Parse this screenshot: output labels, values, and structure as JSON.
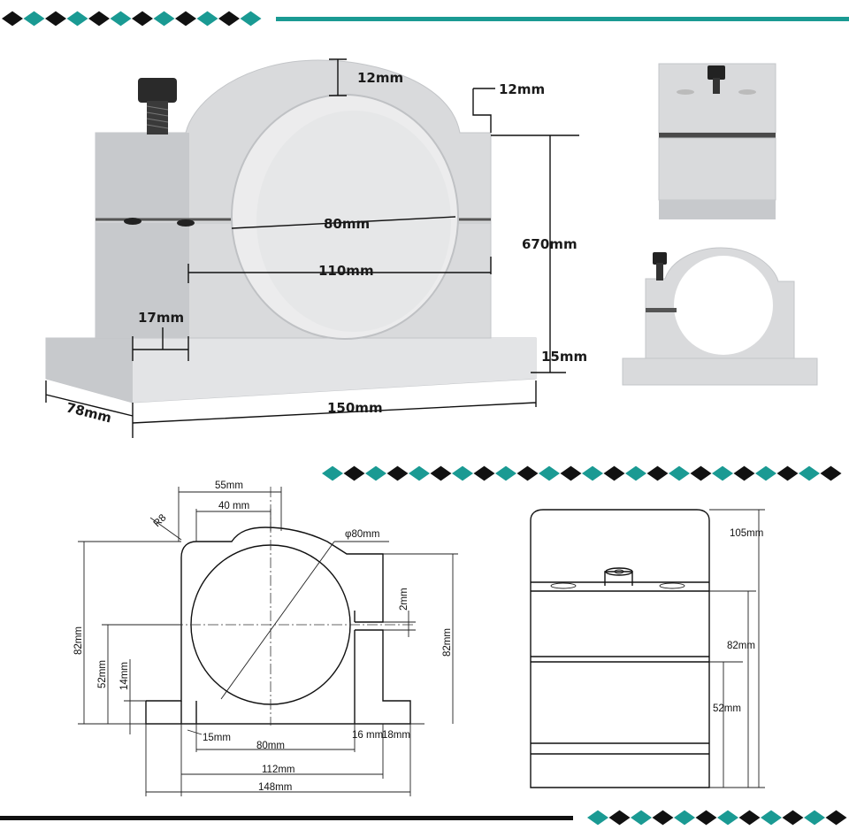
{
  "theme": {
    "accent_teal": "#1a9a93",
    "accent_dark": "#111111",
    "metal": "#d9dadc"
  },
  "photo": {
    "labels": {
      "top_thickness": "12mm",
      "side_thickness": "12mm",
      "bore": "80mm",
      "bolt_span": "110mm",
      "height": "670mm",
      "foot_width": "17mm",
      "base_height": "15mm",
      "depth": "78mm",
      "length": "150mm"
    }
  },
  "drawing_front": {
    "labels": {
      "top_outer": "55mm",
      "top_inner": "40 mm",
      "radius": "R8",
      "diameter": "φ80mm",
      "slot": "2mm",
      "height_left": "82mm",
      "height_right": "82mm",
      "center_height": "52mm",
      "foot_height": "14mm",
      "foot_thickness": "15mm",
      "bore_width": "80mm",
      "foot_right_a": "16 mm",
      "foot_right_b": "18mm",
      "hole_span": "112mm",
      "base_width": "148mm"
    }
  },
  "drawing_side": {
    "labels": {
      "total_height": "105mm",
      "mid_height": "82mm",
      "low_height": "52mm"
    }
  }
}
